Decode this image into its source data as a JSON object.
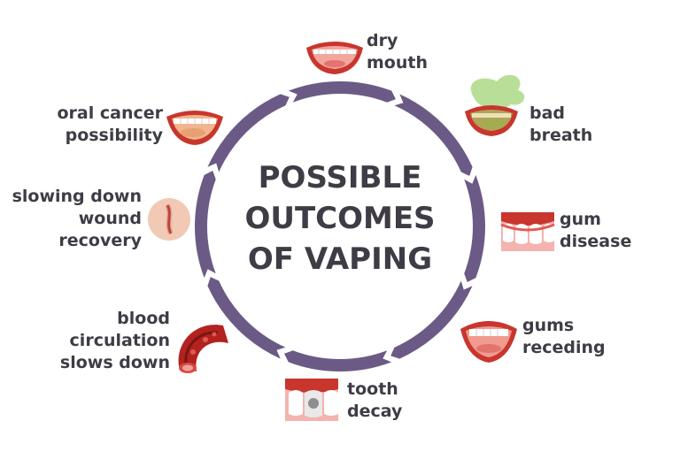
{
  "title": {
    "lines": [
      "POSSIBLE",
      "OUTCOMES",
      "OF VAPING"
    ]
  },
  "ring": {
    "color": "#6b5a86",
    "segments": 8
  },
  "outcomes": [
    {
      "id": "dry-mouth",
      "lines": [
        "dry",
        "mouth"
      ],
      "icon": "open-mouth-icon"
    },
    {
      "id": "bad-breath",
      "lines": [
        "bad",
        "breath"
      ],
      "icon": "mouth-green-breath-icon"
    },
    {
      "id": "gum-disease",
      "lines": [
        "gum",
        "disease"
      ],
      "icon": "inflamed-gums-icon"
    },
    {
      "id": "gums-receding",
      "lines": [
        "gums",
        "receding"
      ],
      "icon": "receding-gums-mouth-icon"
    },
    {
      "id": "tooth-decay",
      "lines": [
        "tooth",
        "decay"
      ],
      "icon": "decayed-tooth-icon"
    },
    {
      "id": "blood-circulation",
      "lines": [
        "blood",
        "circulation",
        "slows down"
      ],
      "icon": "blood-vessel-icon"
    },
    {
      "id": "wound-recovery",
      "lines": [
        "slowing down",
        "wound",
        "recovery"
      ],
      "icon": "skin-wound-icon"
    },
    {
      "id": "oral-cancer",
      "lines": [
        "oral cancer",
        "possibility"
      ],
      "icon": "mouth-lesion-icon"
    }
  ],
  "colors": {
    "text": "#3f3c46",
    "lips": "#c8362d",
    "teeth": "#ffffff",
    "gums": "#e88a86",
    "breath": "#9ad16b",
    "blood": "#b3221e"
  }
}
